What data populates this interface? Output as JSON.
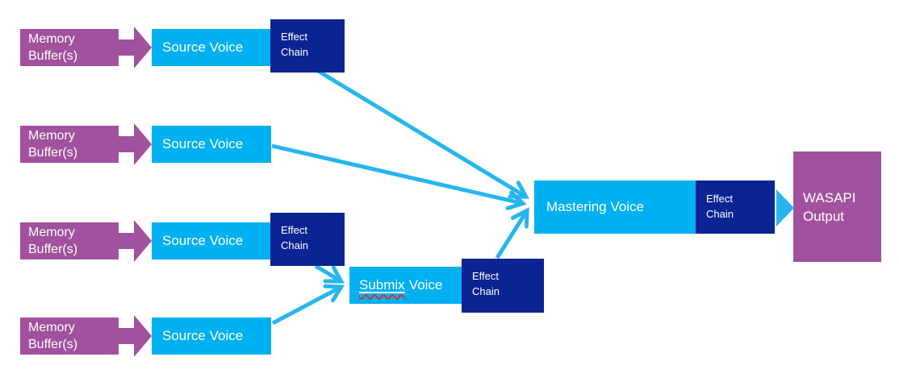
{
  "diagram_type": "audio-graph",
  "colors": {
    "memory_buffer_purple": "#A1519E",
    "voice_cyan": "#00B0F0",
    "effect_chain_navy": "#0A2593",
    "arrow_cyan": "#26B6EE",
    "spellcheck_red": "#E0322D",
    "label_text": "#FFFFFF",
    "background": "#FFFFFF"
  },
  "nodes": {
    "memory_buffer": {
      "line1": "Memory",
      "line2": "Buffer(s)"
    },
    "source_voice": {
      "label": "Source Voice"
    },
    "effect_chain": {
      "line1": "Effect",
      "line2": "Chain"
    },
    "submix_voice": {
      "word_misspelled": "Submix",
      "word_rest": "Voice"
    },
    "mastering_voice": {
      "label": "Mastering Voice"
    },
    "wasapi_output": {
      "line1": "WASAPI",
      "line2": "Output"
    }
  }
}
